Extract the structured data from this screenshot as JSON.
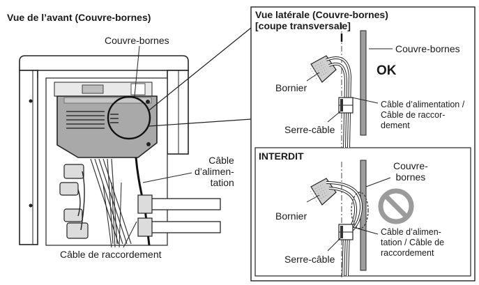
{
  "front": {
    "title": "Vue de l’avant (Couvre-bornes)",
    "label_cover": "Couvre-bornes",
    "label_power_cable": [
      "Câble",
      "d’alimen-",
      "tation"
    ],
    "label_connection_cable": "Câble de raccordement"
  },
  "side_ok": {
    "title_line1": "Vue latérale (Couvre-bornes)",
    "title_line2": "[coupe transversale]",
    "label_cover": "Couvre-bornes",
    "status": "OK",
    "label_terminal": "Bornier",
    "label_cables": [
      "Câble d’alimentation /",
      "Câble de raccor-",
      "dement"
    ],
    "label_clamp": "Serre-câble"
  },
  "side_forbidden": {
    "title": "INTERDIT",
    "label_cover": [
      "Couvre-",
      "bornes"
    ],
    "label_terminal": "Bornier",
    "label_cables": [
      "Câble d’alimen-",
      "tation / Câble de",
      "raccordement"
    ],
    "label_clamp": "Serre-câble",
    "prohibited_icon": "no-entry-icon"
  }
}
